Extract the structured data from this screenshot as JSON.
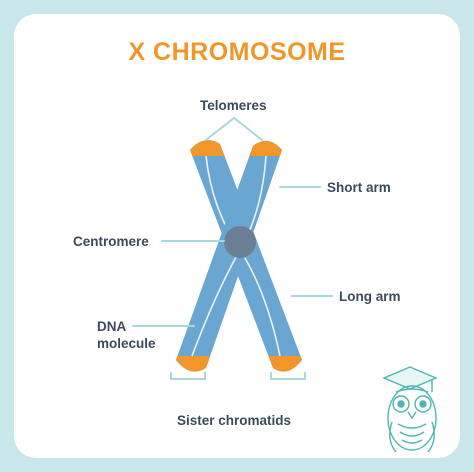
{
  "title": "X CHROMOSOME",
  "labels": {
    "telomeres": "Telomeres",
    "short_arm": "Short arm",
    "centromere": "Centromere",
    "long_arm": "Long arm",
    "dna_line1": "DNA",
    "dna_line2": "molecule",
    "sister_chromatids": "Sister chromatids"
  },
  "colors": {
    "background": "#c9e6ea",
    "panel": "#ffffff",
    "title": "#f0962b",
    "chromatid": "#6aa6d2",
    "telomere": "#f0962b",
    "centromere": "#6b7e94",
    "label_text": "#3c4b5c",
    "pointer": "#a8d7dd"
  },
  "icons": [
    "owl-graduate-icon"
  ]
}
